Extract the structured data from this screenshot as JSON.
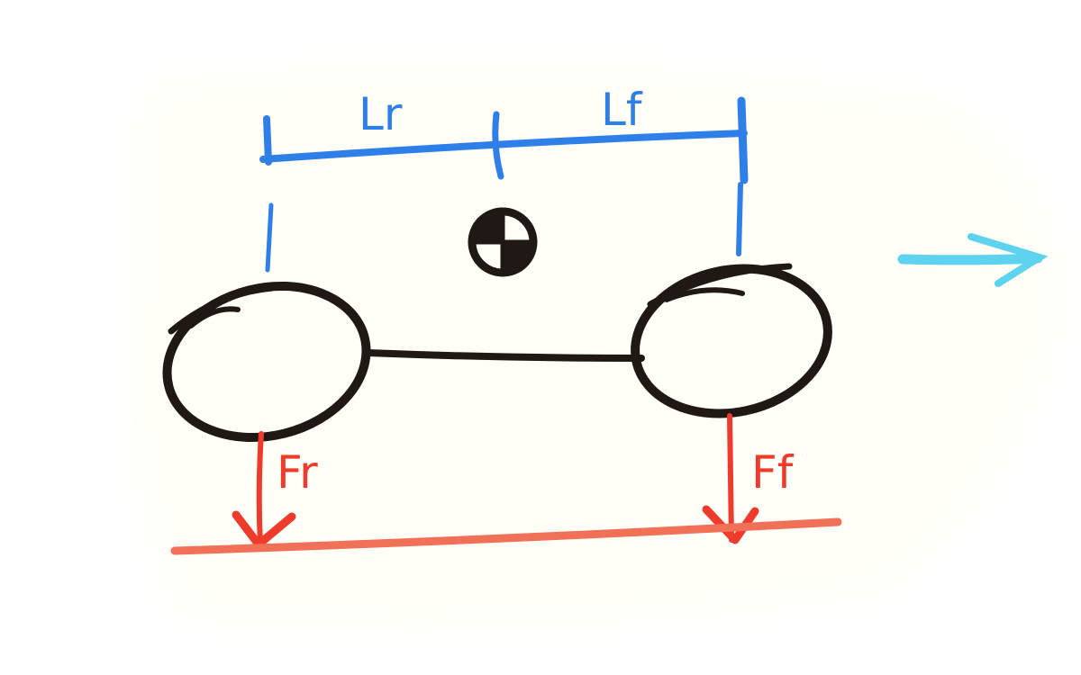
{
  "labels": {
    "rear_length": "Lr",
    "front_length": "Lf",
    "rear_force": "Fr",
    "front_force": "Ff"
  },
  "colors": {
    "dimension": "#2f7fe8",
    "force": "#ef3b2c",
    "ground": "#f07058",
    "body": "#1f1814",
    "motion_arrow": "#5ed3ef",
    "paper": "#fffef7"
  },
  "icons": {
    "center_of_gravity": "center-of-gravity-icon",
    "motion": "arrow-right-icon"
  }
}
